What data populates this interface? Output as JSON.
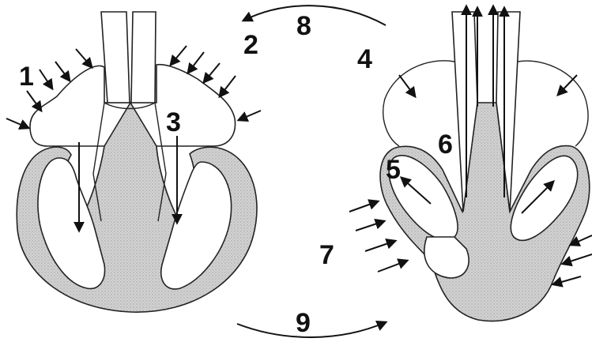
{
  "diagram": {
    "labels": [
      {
        "id": "1",
        "text": "1"
      },
      {
        "id": "2",
        "text": "2"
      },
      {
        "id": "3",
        "text": "3"
      },
      {
        "id": "4",
        "text": "4"
      },
      {
        "id": "5",
        "text": "5"
      },
      {
        "id": "6",
        "text": "6"
      },
      {
        "id": "7",
        "text": "7"
      },
      {
        "id": "8",
        "text": "8"
      },
      {
        "id": "9",
        "text": "9"
      }
    ],
    "colors": {
      "muscle_fill": "#c9c9c9",
      "line": "#222222",
      "background": "#ffffff"
    }
  }
}
